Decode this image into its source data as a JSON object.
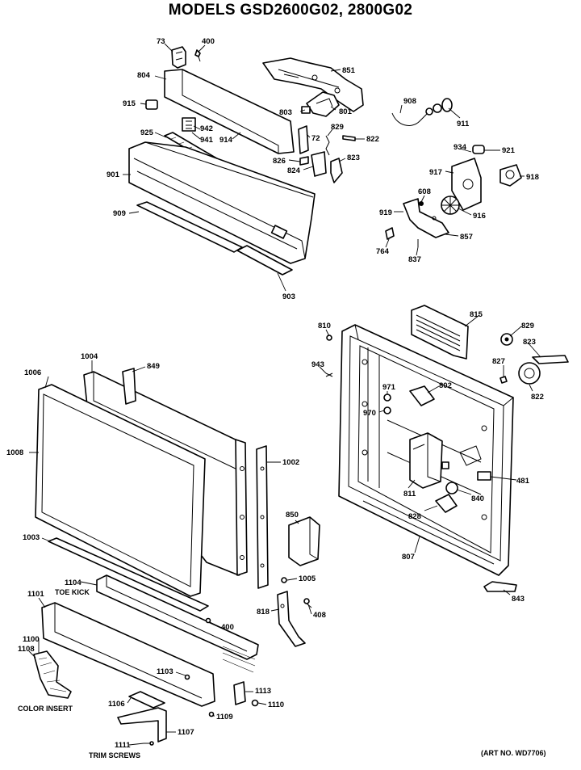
{
  "title": "MODELS GSD2600G02, 2800G02",
  "art_number": "(ART NO. WD7706)",
  "captions": {
    "toe_kick": "TOE KICK",
    "color_insert": "COLOR INSERT",
    "trim_screws": "TRIM SCREWS"
  },
  "labels": {
    "p73": "73",
    "p400a": "400",
    "p851": "851",
    "p804": "804",
    "p915": "915",
    "p803": "803",
    "p801": "801",
    "p942": "942",
    "p941": "941",
    "p914": "914",
    "p72": "72",
    "p829a": "829",
    "p822a": "822",
    "p925": "925",
    "p826": "826",
    "p823a": "823",
    "p824": "824",
    "p908": "908",
    "p911": "911",
    "p934": "934",
    "p921": "921",
    "p917": "917",
    "p918": "918",
    "p901": "901",
    "p608": "608",
    "p909": "909",
    "p919": "919",
    "p916": "916",
    "p857": "857",
    "p764": "764",
    "p837": "837",
    "p903": "903",
    "p810": "810",
    "p815": "815",
    "p829b": "829",
    "p823b": "823",
    "p943": "943",
    "p827": "827",
    "p971": "971",
    "p802": "802",
    "p970": "970",
    "p822b": "822",
    "p811": "811",
    "p481": "481",
    "p840": "840",
    "p828": "828",
    "p807": "807",
    "p843": "843",
    "p1004": "1004",
    "p849": "849",
    "p1006": "1006",
    "p1008": "1008",
    "p1002": "1002",
    "p850": "850",
    "p1003": "1003",
    "p1005": "1005",
    "p1104": "1104",
    "p818": "818",
    "p408": "408",
    "p1101": "1101",
    "p400b": "400",
    "p1100": "1100",
    "p1108": "1108",
    "p1103": "1103",
    "p1113": "1113",
    "p1106": "1106",
    "p1110": "1110",
    "p1109": "1109",
    "p1107": "1107",
    "p1111": "1111"
  }
}
